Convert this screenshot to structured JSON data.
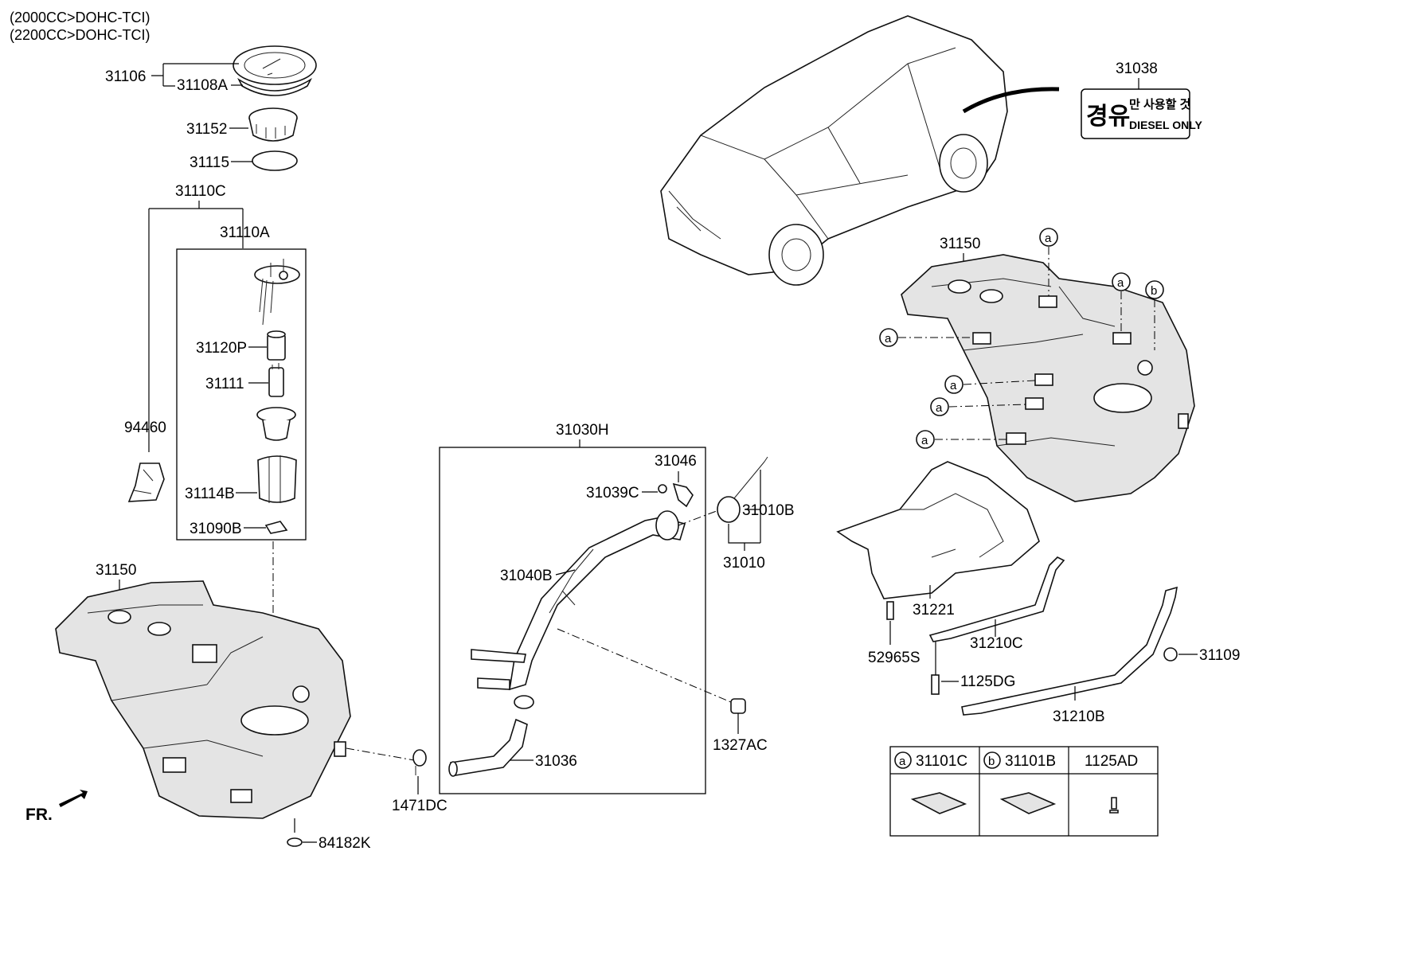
{
  "header": {
    "engine_line_1": "(2000CC>DOHC-TCI)",
    "engine_line_2": "(2200CC>DOHC-TCI)"
  },
  "labels": {
    "p31106": "31106",
    "p31108A": "31108A",
    "p31152": "31152",
    "p31115": "31115",
    "p31110C": "31110C",
    "p31110A": "31110A",
    "p31120P": "31120P",
    "p31111": "31111",
    "p94460": "94460",
    "p31114B": "31114B",
    "p31090B": "31090B",
    "p31150_left": "31150",
    "p84182K": "84182K",
    "p1471DC": "1471DC",
    "p31030H": "31030H",
    "p31046": "31046",
    "p31039C": "31039C",
    "p31040B": "31040B",
    "p31036": "31036",
    "p31010B": "31010B",
    "p31010": "31010",
    "p1327AC": "1327AC",
    "p31038": "31038",
    "p31150_right": "31150",
    "p31221": "31221",
    "p52965S": "52965S",
    "p31210C": "31210C",
    "p1125DG": "1125DG",
    "p31210B": "31210B",
    "p31109": "31109",
    "fr": "FR."
  },
  "callouts": {
    "a": "a",
    "b": "b"
  },
  "decal": {
    "korean_big": "경유",
    "korean_small": "만 사용할 것",
    "english": "DIESEL ONLY"
  },
  "legend_table": {
    "columns": [
      {
        "marker": "a",
        "part": "31101C"
      },
      {
        "marker": "b",
        "part": "31101B"
      },
      {
        "marker": "",
        "part": "1125AD"
      }
    ]
  }
}
